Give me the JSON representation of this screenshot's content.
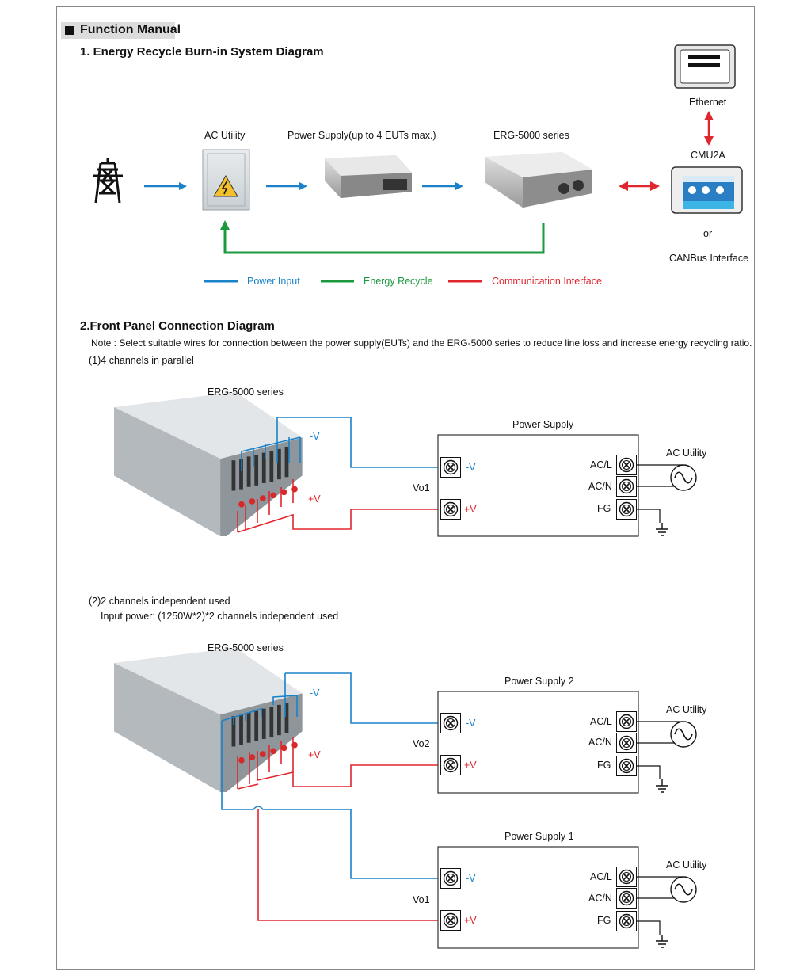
{
  "header": {
    "title": "Function Manual"
  },
  "section1": {
    "title": "1. Energy Recycle Burn-in System Diagram",
    "labels": {
      "ac_utility": "AC Utility",
      "power_supply": "Power Supply(up to 4 EUTs max.)",
      "erg": "ERG-5000 series",
      "ethernet": "Ethernet",
      "cmu": "CMU2A",
      "or": "or",
      "canbus": "CANBus Interface"
    },
    "legend": {
      "power_input": "Power Input",
      "energy_recycle": "Energy Recycle",
      "communication": "Communication Interface"
    }
  },
  "section2": {
    "title": "2.Front Panel Connection Diagram",
    "note": "Note : Select suitable wires for connection between the power supply(EUTs) and the ERG-5000 series to reduce line loss and increase energy recycling ratio.",
    "parallel": {
      "caption": "(1)4 channels in parallel",
      "erg_label": "ERG-5000 series",
      "psu_title": "Power Supply",
      "vneg": "-V",
      "vpos": "+V",
      "vo": "Vo1",
      "acl": "AC/L",
      "acn": "AC/N",
      "fg": "FG",
      "ac_utility": "AC Utility"
    },
    "independent": {
      "caption": "(2)2 channels independent used",
      "subcaption": "Input power: (1250W*2)*2 channels independent used",
      "erg_label": "ERG-5000 series",
      "vneg": "-V",
      "vpos": "+V",
      "psu2": {
        "title": "Power Supply 2",
        "vo": "Vo2",
        "vneg": "-V",
        "vpos": "+V",
        "acl": "AC/L",
        "acn": "AC/N",
        "fg": "FG",
        "ac_utility": "AC Utility"
      },
      "psu1": {
        "title": "Power Supply 1",
        "vo": "Vo1",
        "vneg": "-V",
        "vpos": "+V",
        "acl": "AC/L",
        "acn": "AC/N",
        "fg": "FG",
        "ac_utility": "AC Utility"
      }
    }
  },
  "colors": {
    "power_input": "#1a82c8",
    "energy_recycle": "#1a9a3c",
    "communication": "#e0262e"
  }
}
